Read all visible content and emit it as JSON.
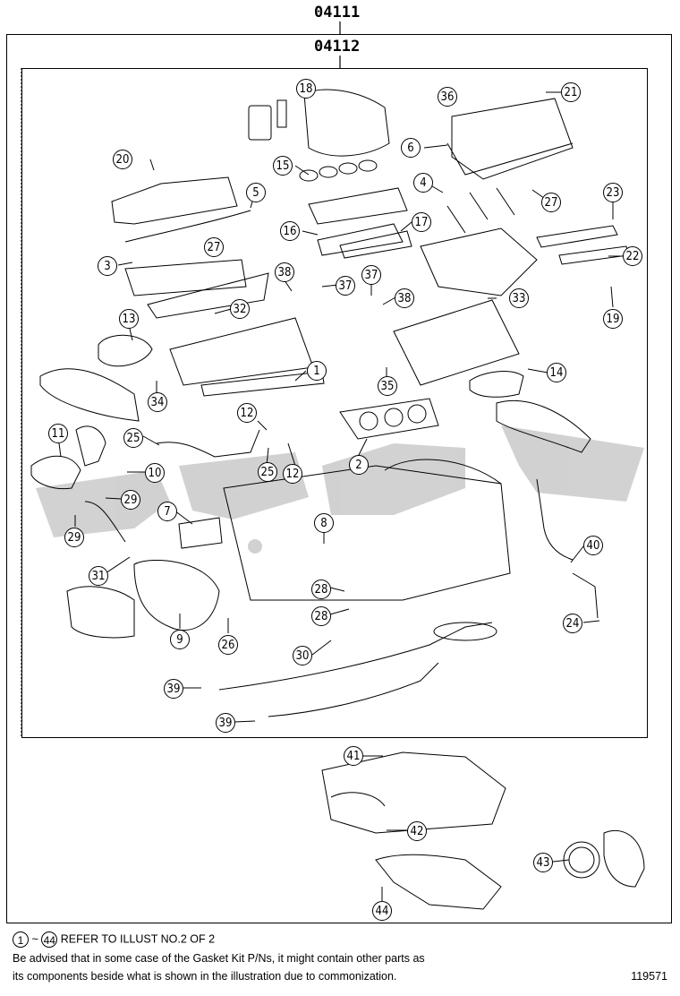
{
  "kit_codes": {
    "outer": "04111",
    "inner": "04112"
  },
  "callouts": {
    "c1": "1",
    "c2": "2",
    "c3": "3",
    "c4": "4",
    "c5": "5",
    "c6": "6",
    "c7": "7",
    "c8": "8",
    "c9": "9",
    "c10": "10",
    "c11": "11",
    "c12a": "12",
    "c12b": "12",
    "c13": "13",
    "c14": "14",
    "c15": "15",
    "c16": "16",
    "c17": "17",
    "c18": "18",
    "c19": "19",
    "c20": "20",
    "c21": "21",
    "c22": "22",
    "c23": "23",
    "c24": "24",
    "c25a": "25",
    "c25b": "25",
    "c26": "26",
    "c27a": "27",
    "c27b": "27",
    "c28a": "28",
    "c28b": "28",
    "c29a": "29",
    "c29b": "29",
    "c30": "30",
    "c31": "31",
    "c32": "32",
    "c33": "33",
    "c34": "34",
    "c35": "35",
    "c36": "36",
    "c37a": "37",
    "c37b": "37",
    "c38a": "38",
    "c38b": "38",
    "c39a": "39",
    "c39b": "39",
    "c40": "40",
    "c41": "41",
    "c42": "42",
    "c43": "43",
    "c44": "44"
  },
  "footer": {
    "ref_from": "1",
    "ref_tilde": "~",
    "ref_to": "44",
    "ref_text": "REFER TO ILLUST NO.2 OF 2",
    "note_line1": "Be advised that in some case of the Gasket Kit P/Ns,  it might contain other parts as",
    "note_line2": "its components beside what is shown in the illustration due to commonization.",
    "illustration_number": "119571"
  },
  "watermark": {
    "color": "#c8c8c8"
  }
}
